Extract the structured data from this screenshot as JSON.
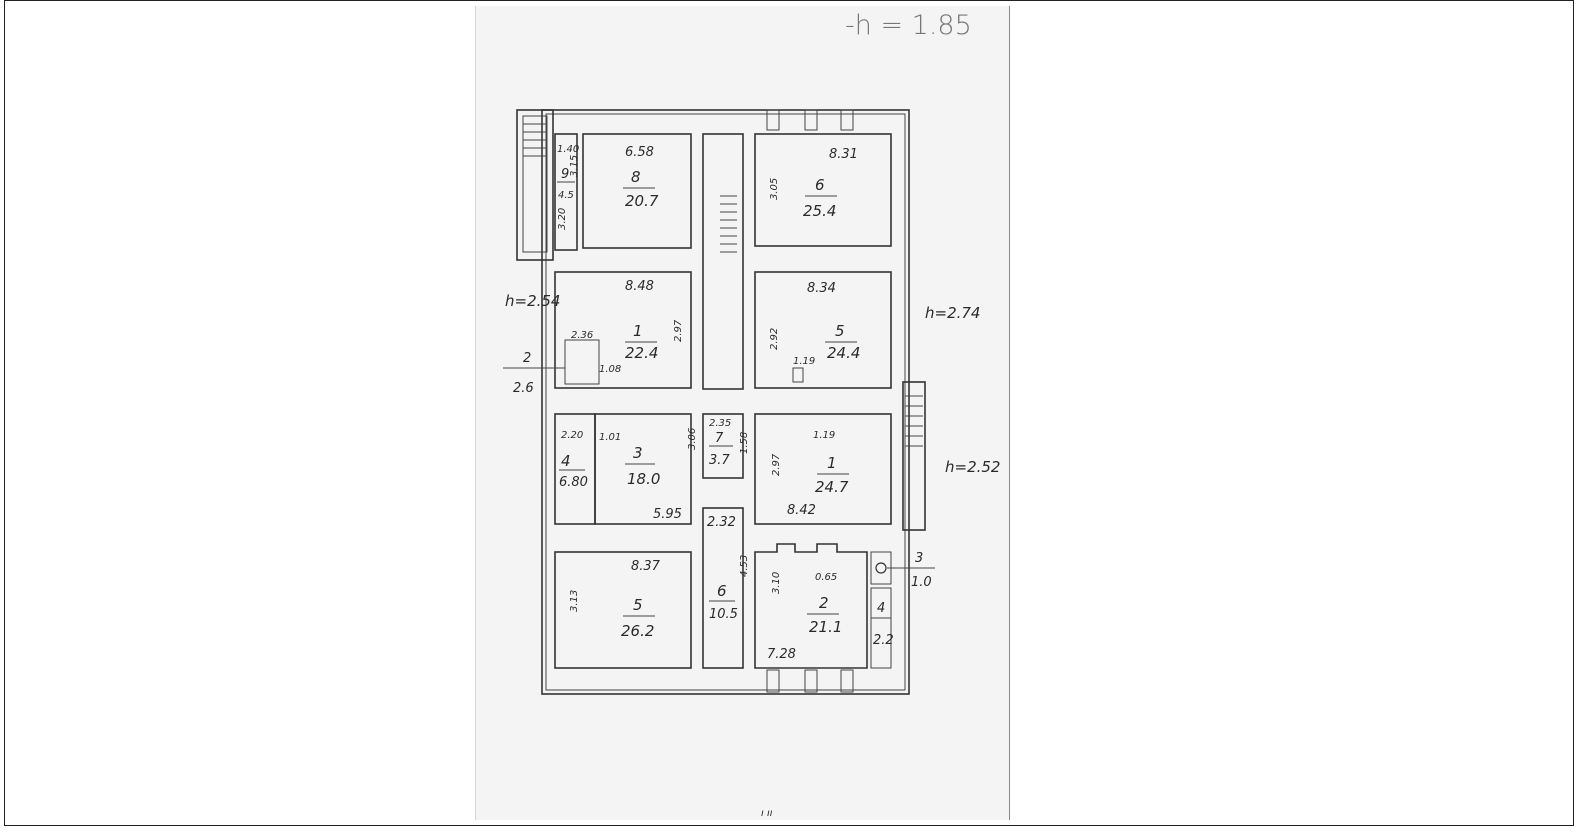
{
  "header": {
    "label": "-h = 1.85"
  },
  "heights": [
    {
      "id": "h-left",
      "text": "h=2.54"
    },
    {
      "id": "h-right-top",
      "text": "h=2.74"
    },
    {
      "id": "h-right-mid",
      "text": "h=2.52"
    }
  ],
  "rooms_left": [
    {
      "num": "8",
      "area": "20.7",
      "dim_top": "6.58",
      "dim_side": "3.15"
    },
    {
      "num": "9",
      "area": "4.5",
      "dim_top": "1.40",
      "dim_side": "3.20"
    },
    {
      "num": "1",
      "area": "22.4",
      "dim_top": "8.48",
      "dim_side": "2.97"
    },
    {
      "num": "2",
      "area": "2.6"
    },
    {
      "num": "3",
      "area": "18.0",
      "dim_bottom": "5.95",
      "dim_side": "3.06"
    },
    {
      "num": "4",
      "area": "6.80",
      "dim_top": "2.20"
    },
    {
      "num": "5",
      "area": "26.2",
      "dim_top": "8.37",
      "dim_side": "3.13"
    }
  ],
  "rooms_center": [
    {
      "num": "7",
      "area": "3.7",
      "dim_top": "2.35",
      "dim_side": "1.58"
    },
    {
      "num": "6",
      "area": "10.5",
      "dim_top": "2.32",
      "dim_side": "4.53"
    }
  ],
  "rooms_right": [
    {
      "num": "6",
      "area": "25.4",
      "dim_top": "8.31",
      "dim_side": "3.05"
    },
    {
      "num": "5",
      "area": "24.4",
      "dim_top": "8.34",
      "dim_side": "2.92"
    },
    {
      "num": "1",
      "area": "24.7",
      "dim_bottom": "8.42",
      "dim_side": "2.97"
    },
    {
      "num": "2",
      "area": "21.1",
      "dim_bottom": "7.28",
      "dim_side": "3.10"
    },
    {
      "num": "3",
      "area": "1.0"
    },
    {
      "num": "4",
      "area": "2.2"
    }
  ],
  "small_dims": [
    "2.36",
    "1.08",
    "1.01",
    "1.19",
    "1.19",
    "0.65"
  ],
  "footer_mark": "ı ıı"
}
